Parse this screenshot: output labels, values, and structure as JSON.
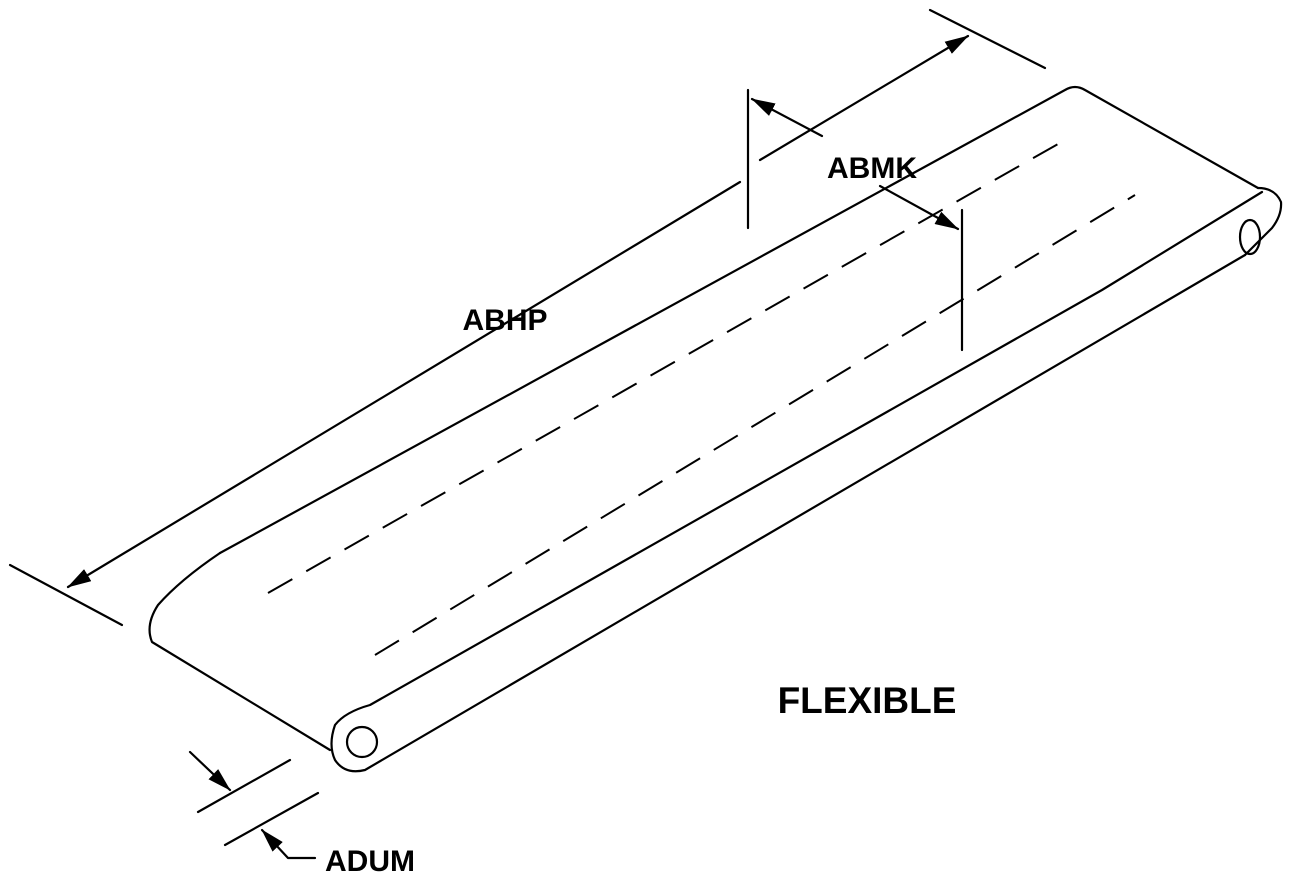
{
  "title": "FLEXIBLE",
  "dimensions": {
    "length": "ABHP",
    "width": "ABMK",
    "thickness": "ADUM"
  },
  "colors": {
    "line": "#000000",
    "background": "#ffffff"
  }
}
